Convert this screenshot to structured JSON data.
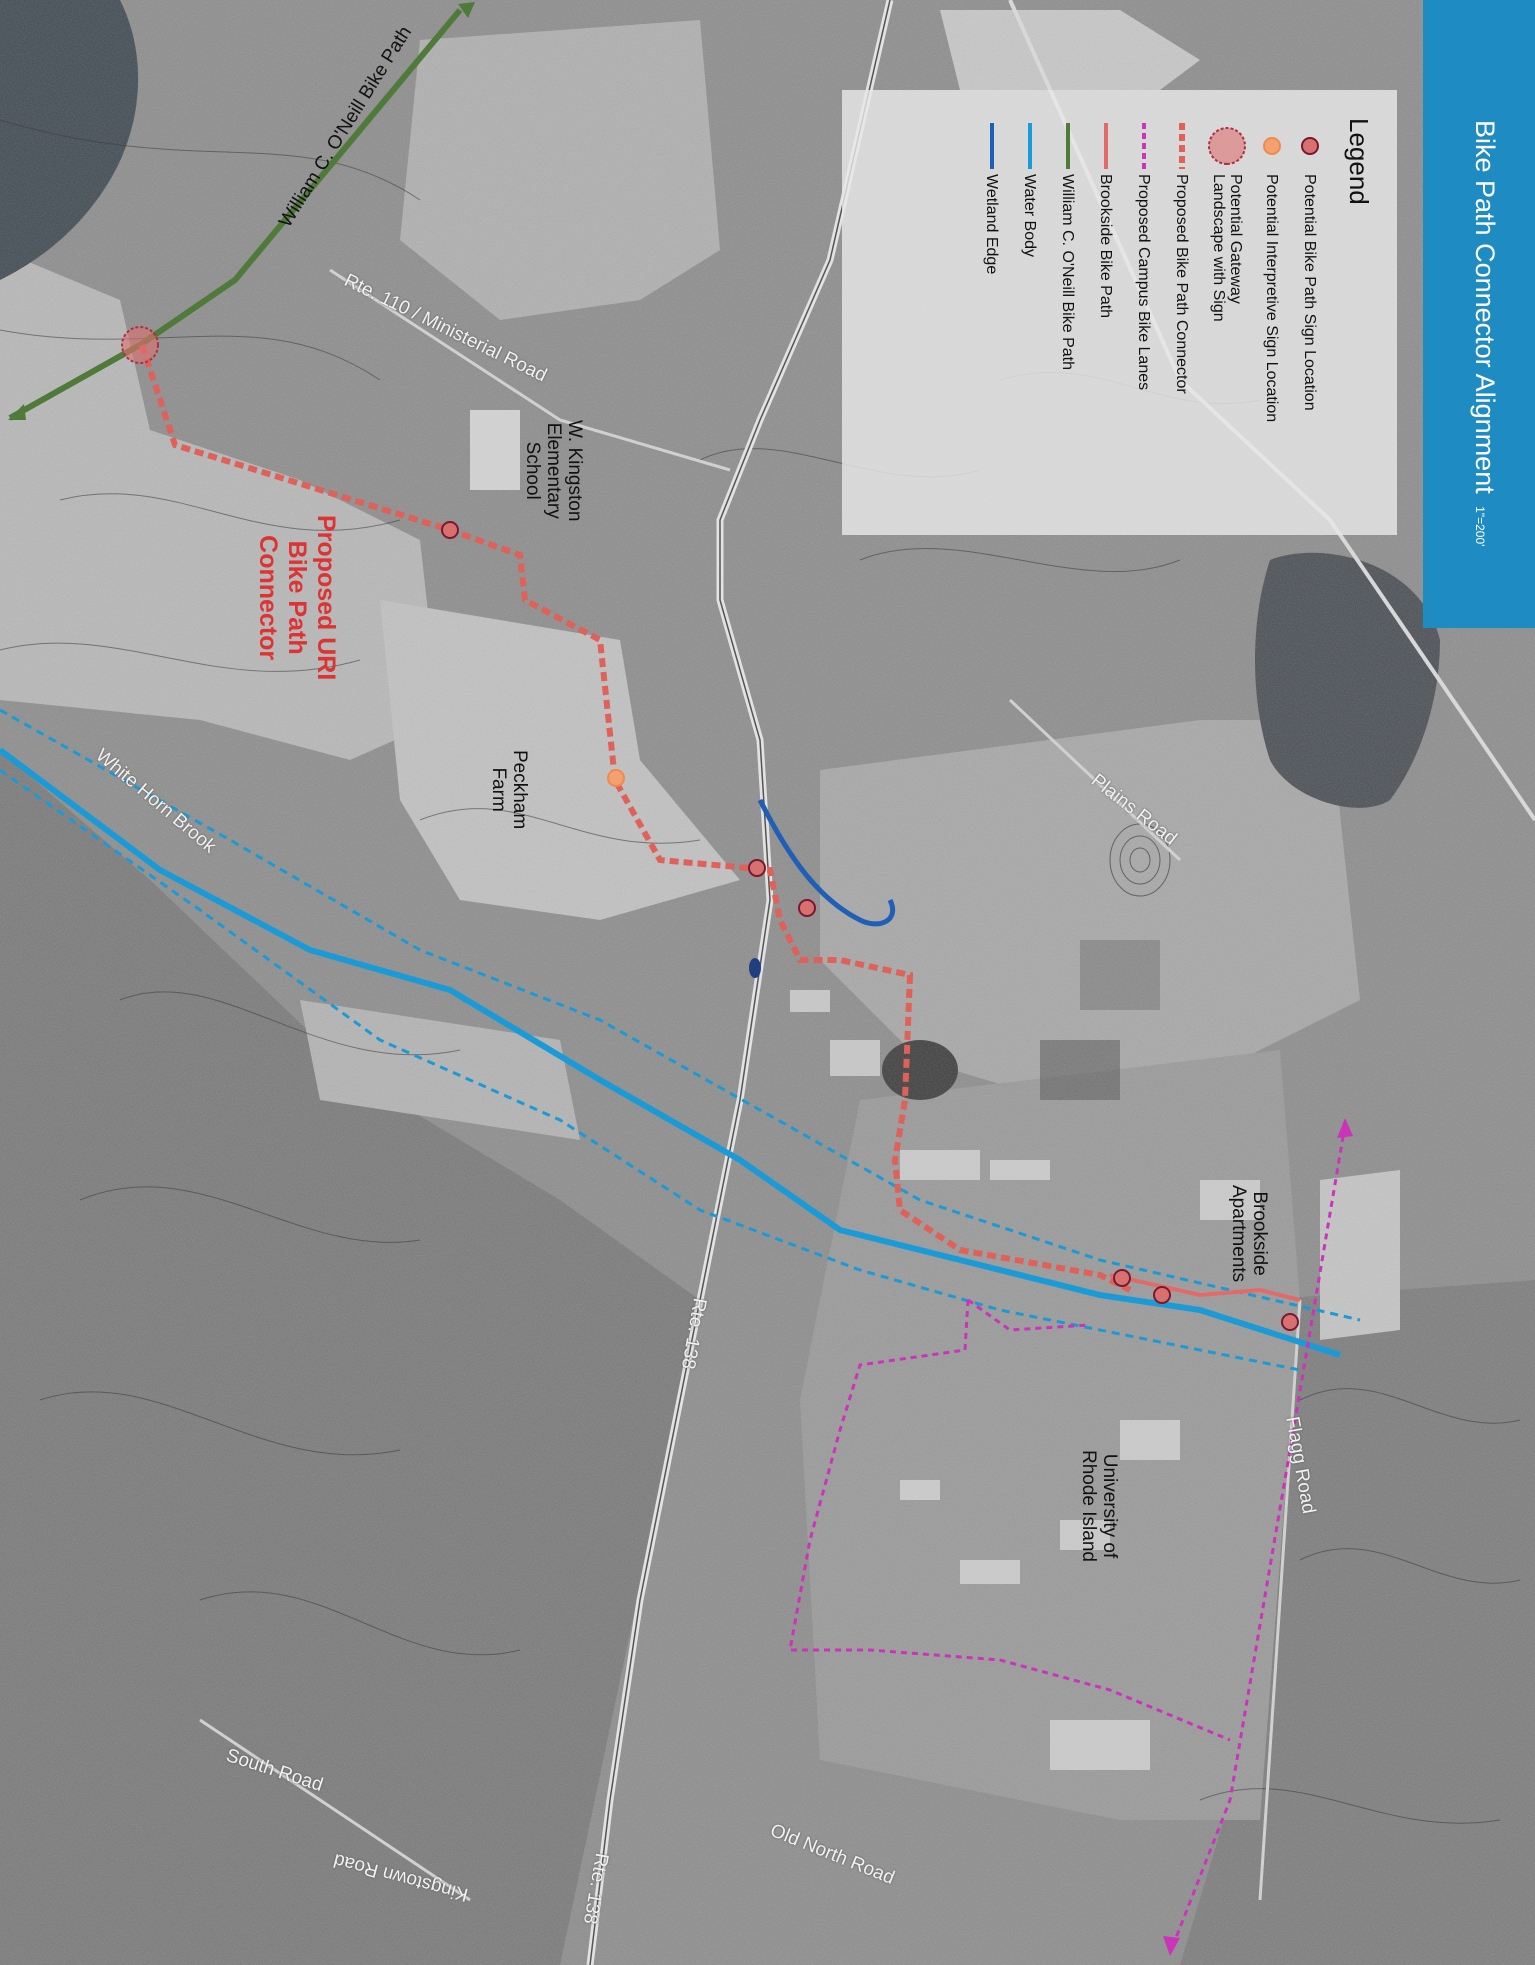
{
  "title": "Bike Path Connector Alignment",
  "scale": "1\"=200'",
  "colors": {
    "title_band": "#1e8bc3",
    "sign_location": "#b03040",
    "interpretive_sign": "#f08a4b",
    "gateway": "#e07070",
    "proposed_connector": "#e0605a",
    "campus_lanes": "#cc33bb",
    "brookside": "#e46a6a",
    "oneill": "#4f7a3a",
    "water_body": "#1a9ad6",
    "wetland_edge": "#1f5fb5"
  },
  "legend": {
    "title": "Legend",
    "items": [
      {
        "symbol": "dot-dark",
        "label": "Potential Bike Path Sign Location"
      },
      {
        "symbol": "dot-orange",
        "label": "Potential Interpretive Sign Location"
      },
      {
        "symbol": "gateway-circle",
        "label": "Potential Gateway Landscape with Sign"
      },
      {
        "symbol": "dash-red",
        "label": "Proposed Bike Path Connector"
      },
      {
        "symbol": "dash-magenta",
        "label": "Proposed Campus Bike Lanes"
      },
      {
        "symbol": "line-red",
        "label": "Brookside Bike Path"
      },
      {
        "symbol": "line-green",
        "label": "William C. O'Neill Bike Path"
      },
      {
        "symbol": "line-lightblue",
        "label": "Water Body"
      },
      {
        "symbol": "line-darkblue",
        "label": "Wetland Edge"
      }
    ]
  },
  "labels": {
    "oneill_path": "William C. O'Neill Bike Path",
    "rte110": "Rte. 110 / Ministerial Road",
    "school": "W. Kingston Elementary School",
    "school_lines": [
      "W. Kingston",
      "Elementary",
      "School"
    ],
    "proposed_lines": [
      "Proposed URI",
      "Bike Path",
      "Connector"
    ],
    "peckham_lines": [
      "Peckham",
      "Farm"
    ],
    "white_horn": "White Horn Brook",
    "plains_road": "Plains Road",
    "brookside_lines": [
      "Brookside",
      "Apartments"
    ],
    "uri_lines": [
      "University of",
      "Rhode Island"
    ],
    "flagg_road": "Flagg Road",
    "rte138_a": "Rte. 138",
    "rte138_b": "Rte. 138",
    "south_road": "South Road",
    "old_north": "Old North Road",
    "kingstown_road": "Kingstown Road"
  }
}
